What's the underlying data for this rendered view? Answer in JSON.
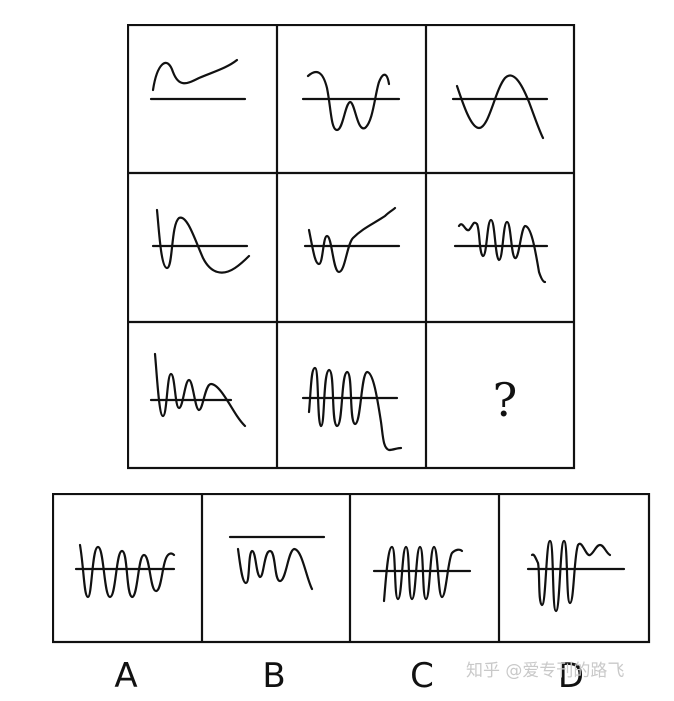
{
  "question_mark": "?",
  "options": [
    {
      "label": "A"
    },
    {
      "label": "B"
    },
    {
      "label": "C"
    },
    {
      "label": "D"
    }
  ],
  "watermark": "知乎 @爱专刊的路飞"
}
